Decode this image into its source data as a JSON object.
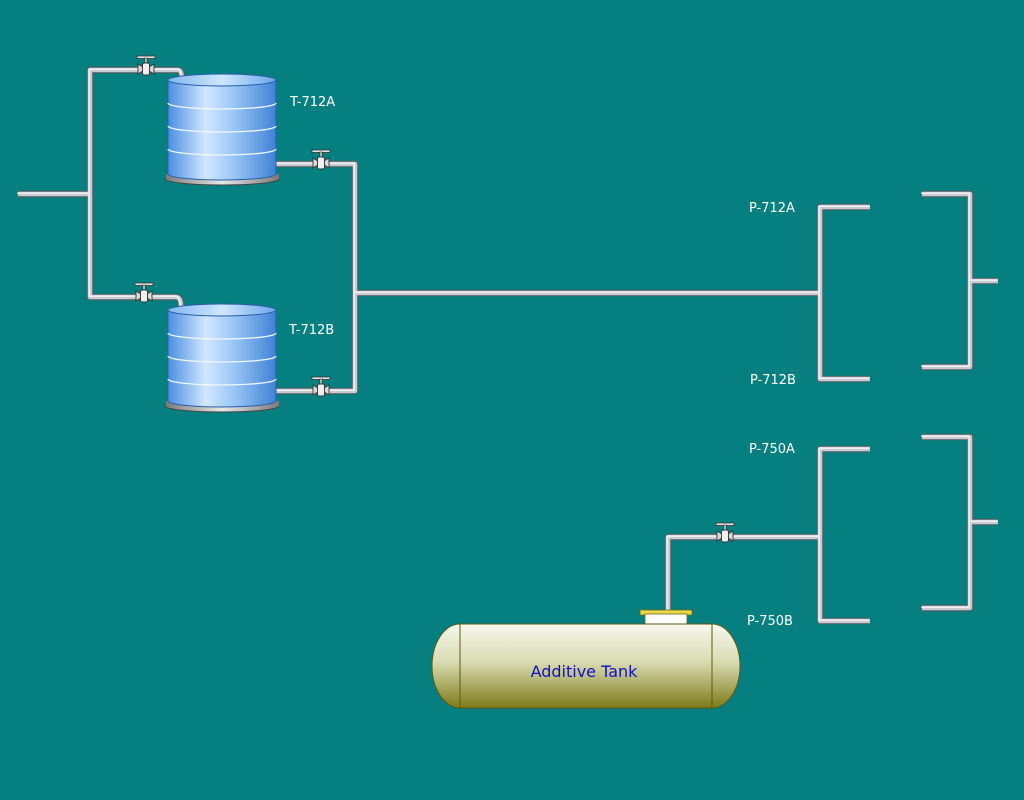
{
  "labels": {
    "tank_a": "T-712A",
    "tank_b": "T-712B",
    "pump_712a": "P-712A",
    "pump_712b": "P-712B",
    "pump_750a": "P-750A",
    "pump_750b": "P-750B",
    "additive_tank": "Additive Tank"
  },
  "colors": {
    "background": "#067f80",
    "pipe": "#c8ccd2",
    "pipe_highlight": "#f2f4f6",
    "water_tank": "#7fb6f0",
    "additive_tank": "#c9c98a",
    "label_text": "#ffffff",
    "additive_label_text": "#1010c8"
  },
  "icons": {
    "valve": "gate-valve-icon"
  }
}
